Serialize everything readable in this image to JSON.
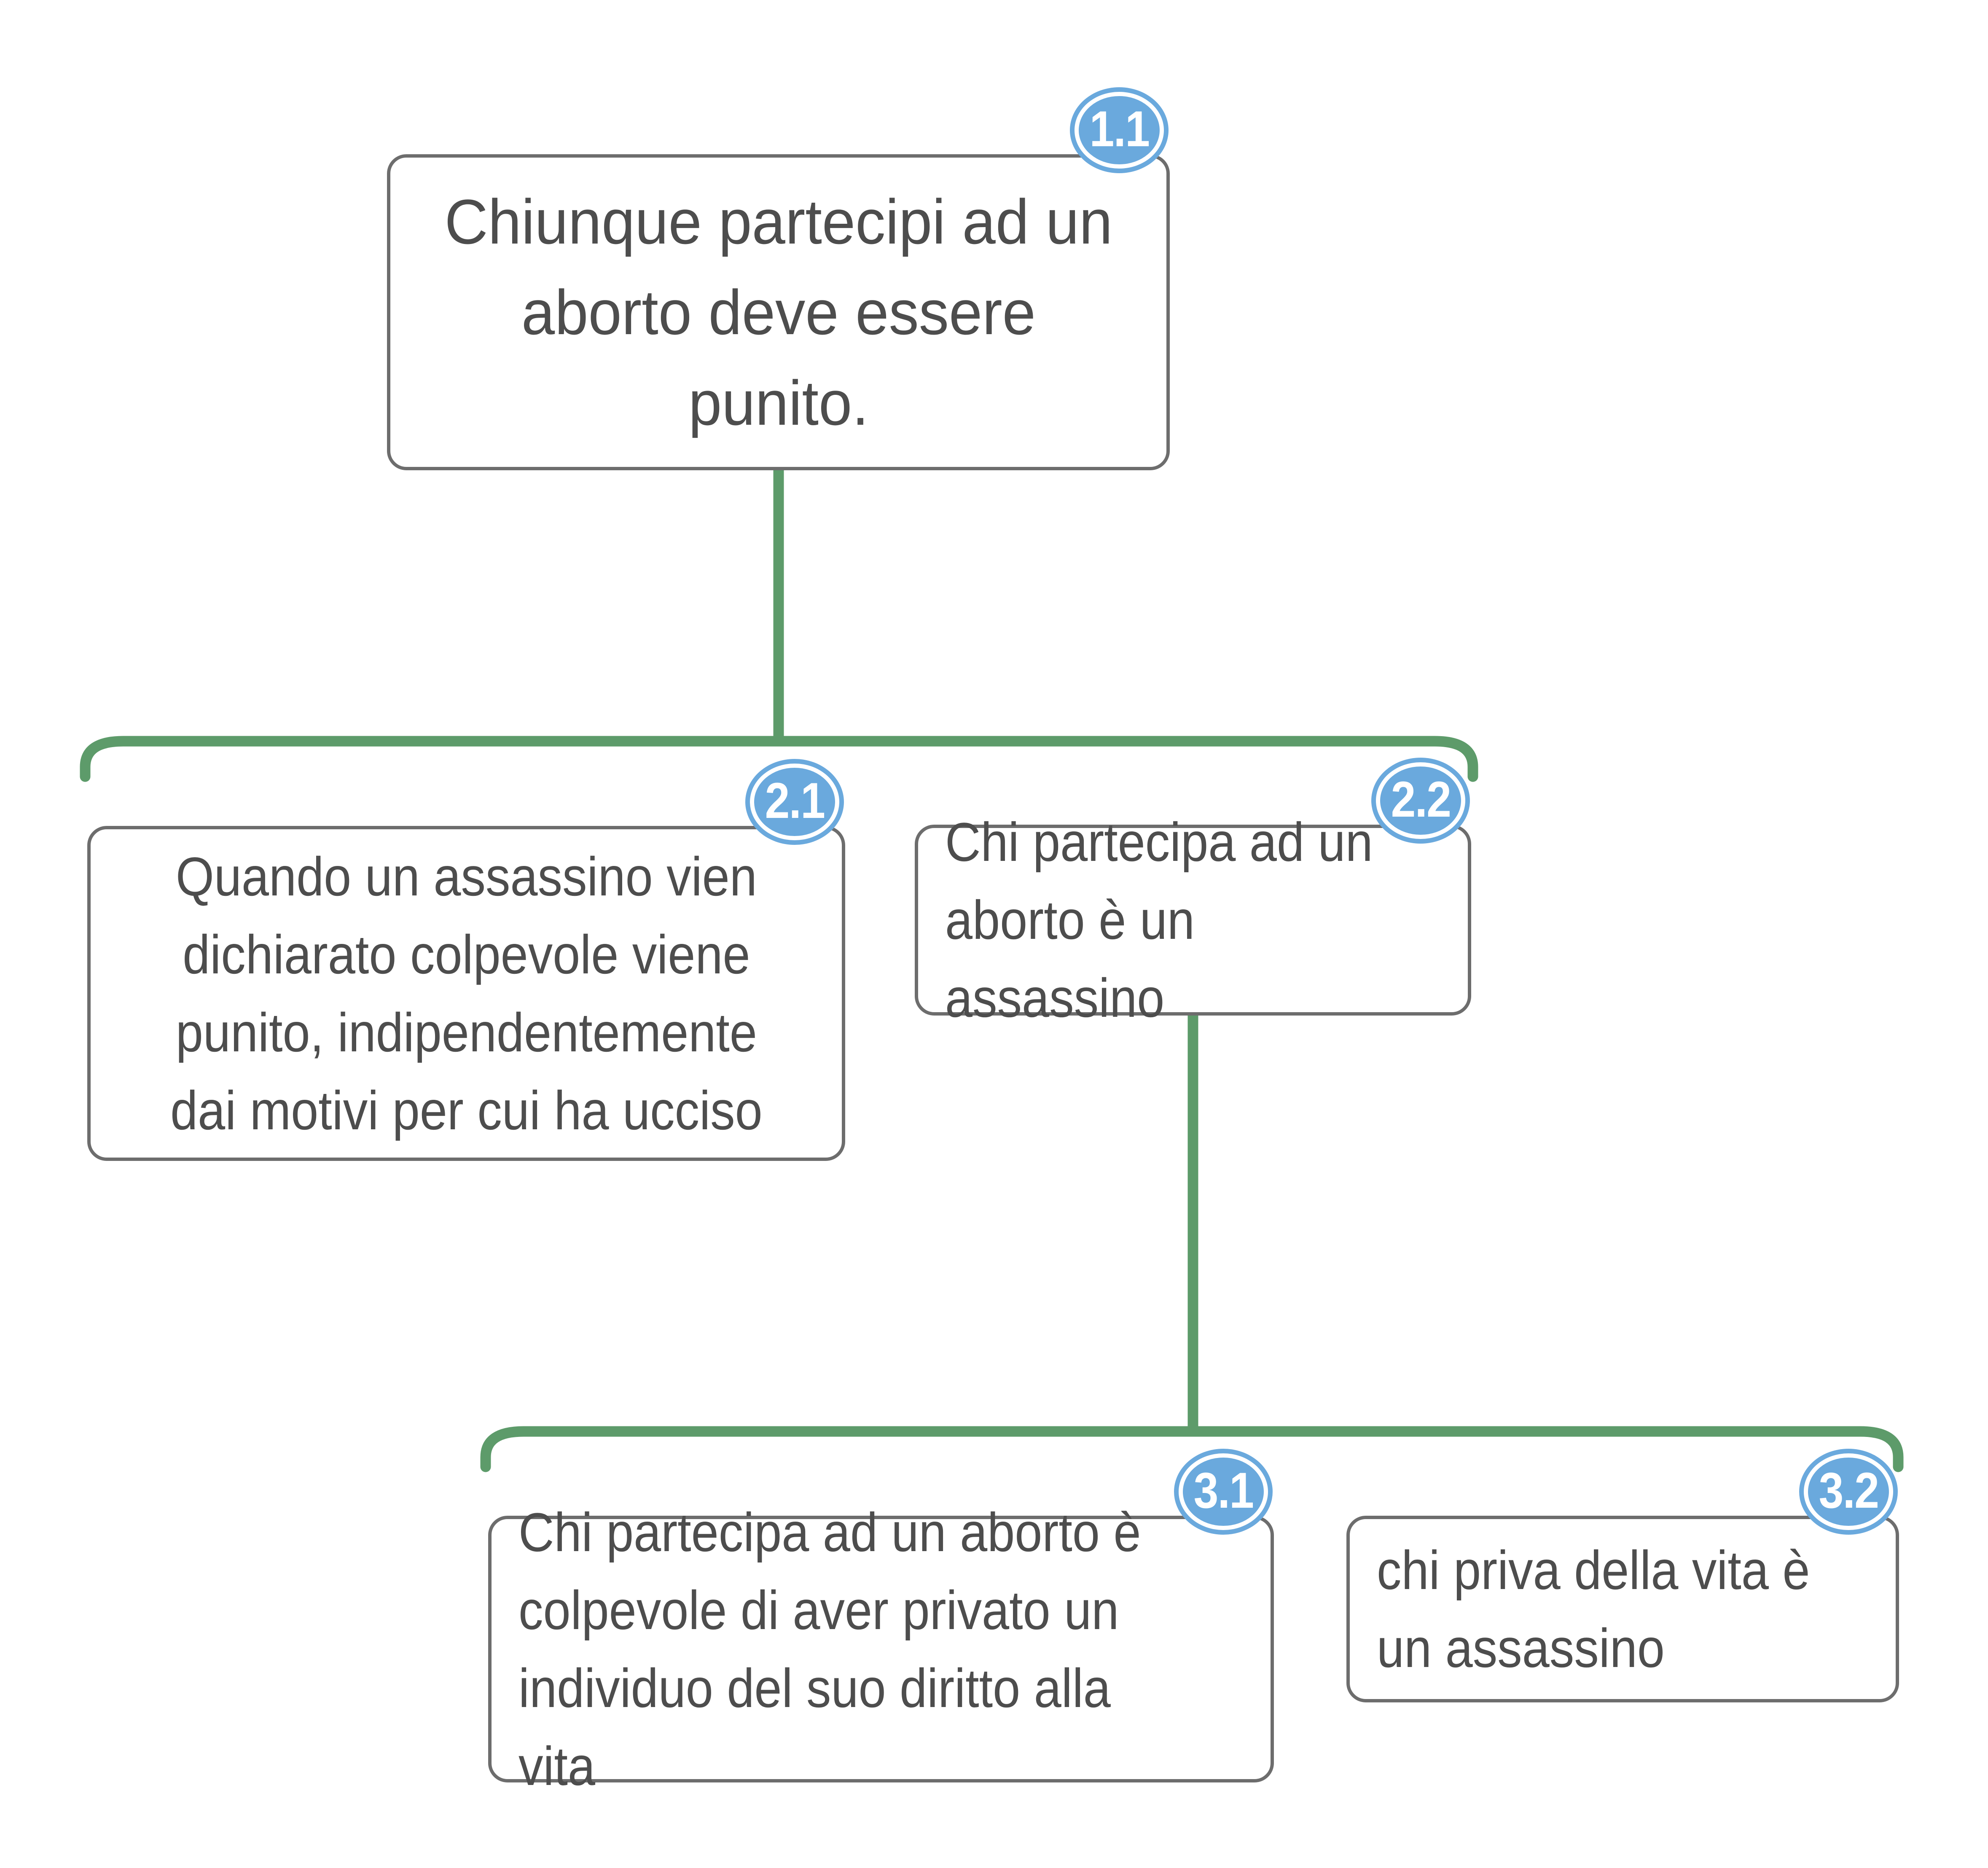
{
  "diagram": {
    "kind": "argument-map-tree",
    "language": "it",
    "colors": {
      "background": "#ffffff",
      "connector_green": "#5d9b6a",
      "badge_blue": "#6aa9dd",
      "badge_ring": "#ffffff",
      "badge_text": "#ffffff",
      "box_border": "#6d6d6d",
      "box_background": "#ffffff",
      "box_text": "#4d4d4d"
    },
    "nodes": [
      {
        "badge": "1.1",
        "text": "Chiunque partecipi ad un\naborto deve essere\npunito."
      },
      {
        "badge": "2.1",
        "text": "Quando un assassino vien\ndichiarato colpevole viene\npunito, indipendentemente\ndai motivi per cui ha ucciso"
      },
      {
        "badge": "2.2",
        "text": "Chi partecipa ad un\naborto è un assassino"
      },
      {
        "badge": "3.1",
        "text": "Chi partecipa ad un aborto è\ncolpevole di aver privato un\nindividuo del suo diritto alla vita"
      },
      {
        "badge": "3.2",
        "text": "chi priva della vita è\nun assassino"
      }
    ],
    "edges": [
      {
        "from": "1.1",
        "to": [
          "2.1",
          "2.2"
        ]
      },
      {
        "from": "2.2",
        "to": [
          "3.1",
          "3.2"
        ]
      }
    ]
  }
}
